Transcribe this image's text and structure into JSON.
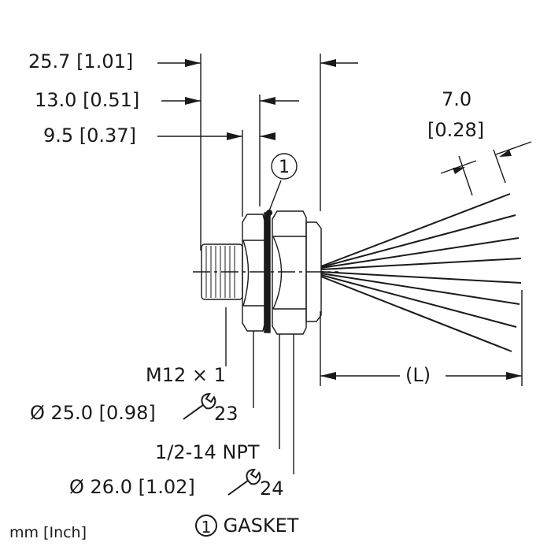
{
  "dimensions": {
    "overall": "25.7 [1.01]",
    "mid": "13.0 [0.51]",
    "short": "9.5 [0.37]",
    "wire_offset_value": "7.0",
    "wire_offset_inch": "[0.28]",
    "length": "(L)"
  },
  "callouts": {
    "thread": "M12 × 1",
    "hex1_diameter": "Ø 25.0 [0.98]",
    "hex1_wrench": "23",
    "npt": "1/2-14 NPT",
    "hex2_diameter": "Ø 26.0 [1.02]",
    "hex2_wrench": "24",
    "gasket_marker": "1",
    "balloon": "1"
  },
  "legend": {
    "gasket_number": "1",
    "gasket_label": "GASKET",
    "units": "mm [Inch]"
  },
  "icons": [
    "wrench-icon",
    "wrench-icon"
  ],
  "colors": {
    "line": "#1a1a1a",
    "background": "#ffffff"
  }
}
